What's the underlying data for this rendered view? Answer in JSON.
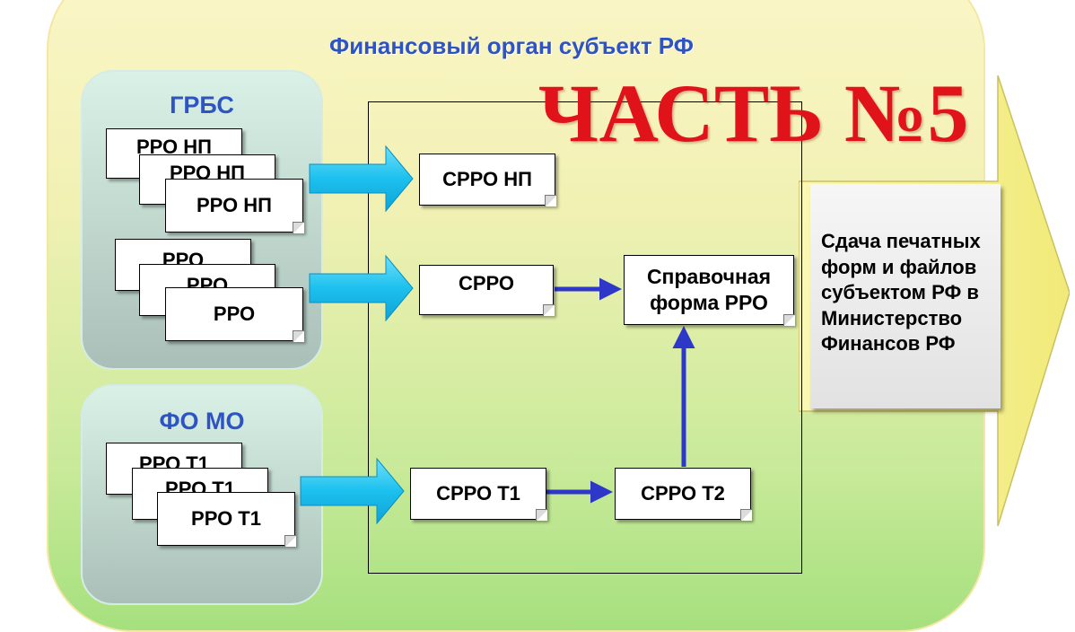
{
  "title": "Финансовый орган субъект РФ",
  "part_label": "ЧАСТЬ №5",
  "groups": {
    "grbs": {
      "title": "ГРБС",
      "stack_np": [
        "РРО НП",
        "РРО НП",
        "РРО НП"
      ],
      "stack_rro": [
        "РРО",
        "РРО",
        "РРО"
      ]
    },
    "fo_mo": {
      "title": "ФО МО",
      "stack_t1": [
        "РРО Т1",
        "РРО Т1",
        "РРО Т1"
      ]
    }
  },
  "center": {
    "srro_np": "СРРО НП",
    "srro": "СРРО",
    "spravochnaya": "Справочная форма РРО",
    "srro_t1": "СРРО Т1",
    "srro_t2": "СРРО Т2"
  },
  "output": {
    "text": "Сдача печатных форм и файлов субъектом РФ в Министерство Финансов РФ"
  },
  "colors": {
    "title_blue": "#2e54c4",
    "part_red": "#e0131a",
    "flow_arrow": "#2d37c8",
    "input_arrow": "#1cc0ee",
    "output_arrow": "#f6f08a"
  }
}
